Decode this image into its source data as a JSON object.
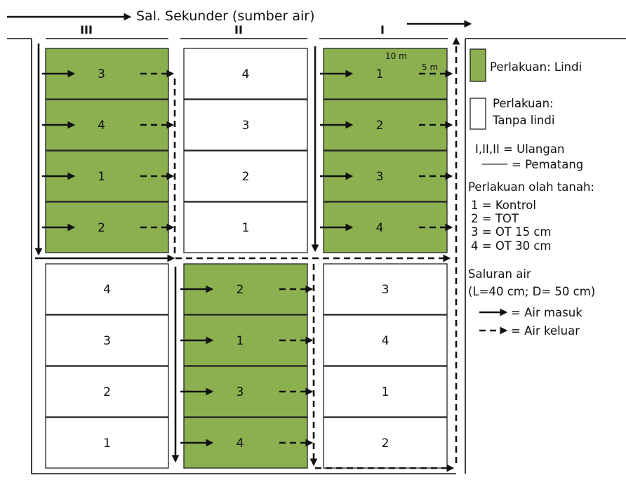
{
  "title": "Sal. Sekunder (sumber air)",
  "colors": {
    "treated": "#8CB050",
    "untreated": "#FFFFFF",
    "line": "#111111"
  },
  "columns": [
    "III",
    "II",
    "I"
  ],
  "dimensions": {
    "width": "10 m",
    "length": "5 m"
  },
  "blocks": {
    "top_III": {
      "treatment": "lindi",
      "plots": [
        "3",
        "4",
        "1",
        "2"
      ]
    },
    "top_II": {
      "treatment": "tanpa lindi",
      "plots": [
        "4",
        "3",
        "2",
        "1"
      ]
    },
    "top_I": {
      "treatment": "lindi",
      "plots": [
        "1",
        "2",
        "3",
        "4"
      ]
    },
    "bottom_III": {
      "treatment": "tanpa lindi",
      "plots": [
        "4",
        "3",
        "2",
        "1"
      ]
    },
    "bottom_II": {
      "treatment": "lindi",
      "plots": [
        "2",
        "1",
        "3",
        "4"
      ]
    },
    "bottom_I": {
      "treatment": "tanpa lindi",
      "plots": [
        "3",
        "4",
        "1",
        "2"
      ]
    }
  },
  "legend": {
    "lindi": "Perlakuan: Lindi",
    "tanpa_line1": "Perlakuan:",
    "tanpa_line2": "Tanpa lindi",
    "ulangan": "I,II,II = Ulangan",
    "pematang": "= Pematang",
    "olah_title": "Perlakuan olah tanah:",
    "olah_items": [
      "1  = Kontrol",
      "2  = TOT",
      "3  = OT  15 cm",
      "4  = OT  30 cm"
    ],
    "saluran_line1": "Saluran air",
    "saluran_line2": "(L=40 cm; D= 50 cm)",
    "air_masuk": "= Air masuk",
    "air_keluar": "= Air keluar"
  }
}
